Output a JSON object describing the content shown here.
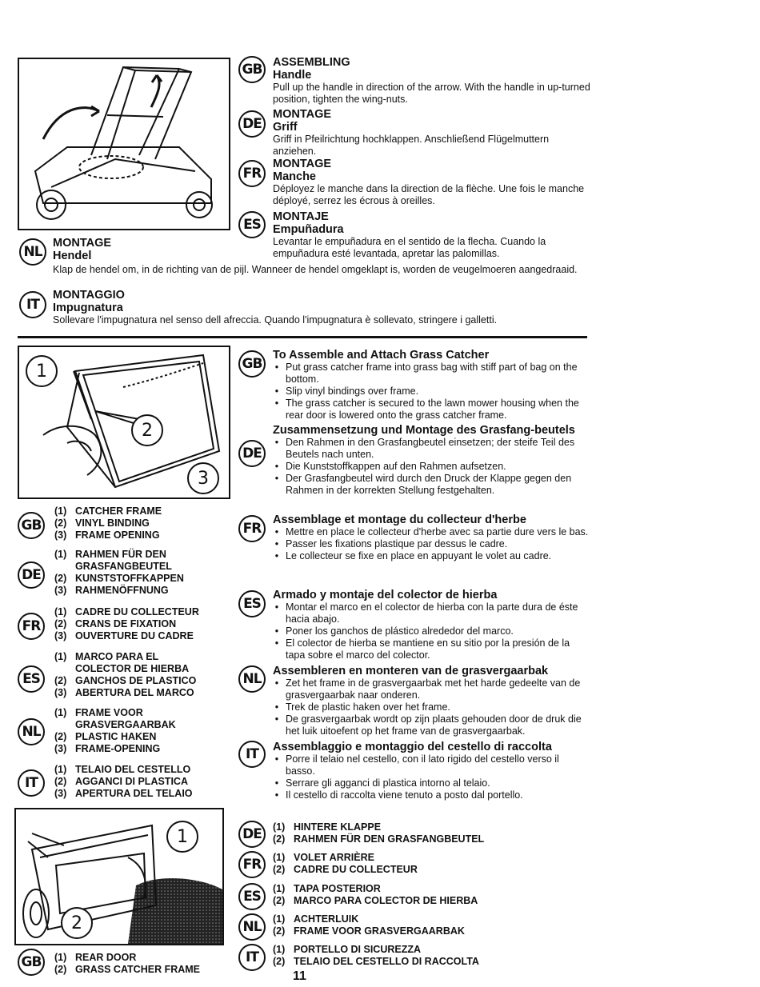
{
  "section1": {
    "gb": {
      "code": "GB",
      "title": "ASSEMBLING",
      "sub": "Handle",
      "text": "Pull up the handle in direction of the arrow. With the handle in up-turned position, tighten the wing-nuts."
    },
    "de": {
      "code": "DE",
      "title": "MONTAGE",
      "sub": "Griff",
      "text": "Griff in Pfeilrichtung hochklappen. Anschließend Flügelmuttern anziehen."
    },
    "fr": {
      "code": "FR",
      "title": "MONTAGE",
      "sub": "Manche",
      "text": "Déployez le manche dans la direction de la flèche. Une fois le manche déployé, serrez les écrous à oreilles."
    },
    "es": {
      "code": "ES",
      "title": "MONTAJE",
      "sub": "Empuñadura",
      "text": "Levantar le empuñadura en el sentido de la flecha. Cuando la empuñadura esté levantada, apretar las palomillas."
    },
    "nl": {
      "code": "NL",
      "title": "MONTAGE",
      "sub": "Hendel",
      "text": "Klap de hendel om, in de richting van de pijl. Wanneer de hendel omgeklapt is, worden de veugelmoeren aangedraaid."
    },
    "it": {
      "code": "IT",
      "title": "MONTAGGIO",
      "sub": "Impugnatura",
      "text": "Sollevare l'impugnatura nel senso dell afreccia. Quando l'impugnatura è sollevato, stringere i galletti."
    }
  },
  "section2": {
    "callouts": [
      "1",
      "2",
      "3"
    ],
    "legend": {
      "gb": {
        "code": "GB",
        "items": [
          {
            "n": "(1)",
            "t": "CATCHER FRAME"
          },
          {
            "n": "(2)",
            "t": "VINYL BINDING"
          },
          {
            "n": "(3)",
            "t": "FRAME OPENING"
          }
        ]
      },
      "de": {
        "code": "DE",
        "items": [
          {
            "n": "(1)",
            "t": "RAHMEN FÜR DEN GRASFANGBEUTEL"
          },
          {
            "n": "(2)",
            "t": "KUNSTSTOFFKAPPEN"
          },
          {
            "n": "(3)",
            "t": "RAHMENÖFFNUNG"
          }
        ]
      },
      "fr": {
        "code": "FR",
        "items": [
          {
            "n": "(1)",
            "t": "CADRE DU COLLECTEUR"
          },
          {
            "n": "(2)",
            "t": "CRANS DE FIXATION"
          },
          {
            "n": "(3)",
            "t": "OUVERTURE DU CADRE"
          }
        ]
      },
      "es": {
        "code": "ES",
        "items": [
          {
            "n": "(1)",
            "t": "MARCO PARA EL COLECTOR DE HIERBA"
          },
          {
            "n": "(2)",
            "t": "GANCHOS DE PLASTICO"
          },
          {
            "n": "(3)",
            "t": "ABERTURA DEL MARCO"
          }
        ]
      },
      "nl": {
        "code": "NL",
        "items": [
          {
            "n": "(1)",
            "t": "FRAME VOOR GRASVERGAARBAK"
          },
          {
            "n": "(2)",
            "t": "PLASTIC HAKEN"
          },
          {
            "n": "(3)",
            "t": "FRAME-OPENING"
          }
        ]
      },
      "it": {
        "code": "IT",
        "items": [
          {
            "n": "(1)",
            "t": "TELAIO DEL CESTELLO"
          },
          {
            "n": "(2)",
            "t": "AGGANCI DI PLASTICA"
          },
          {
            "n": "(3)",
            "t": "APERTURA DEL TELAIO"
          }
        ]
      }
    },
    "instructions": {
      "gb": {
        "code": "GB",
        "title": "To Assemble and Attach Grass Catcher",
        "bullets": [
          "Put grass catcher frame into grass bag with stiff part of bag on the bottom.",
          "Slip vinyl bindings over frame.",
          "The grass catcher is secured to the lawn mower housing when the rear door is lowered onto the grass catcher frame."
        ]
      },
      "de": {
        "code": "DE",
        "title": "Zusammensetzung und Montage des Grasfang-beutels",
        "bullets": [
          "Den Rahmen in den Grasfangbeutel einsetzen; der steife Teil des Beutels nach unten.",
          "Die Kunststoffkappen auf den Rahmen aufsetzen.",
          "Der Grasfangbeutel wird durch den Druck der Klappe gegen den Rahmen in der korrekten Stellung festgehalten."
        ]
      },
      "fr": {
        "code": "FR",
        "title": "Assemblage et montage du collecteur d'herbe",
        "bullets": [
          "Mettre en place le collecteur d'herbe avec sa partie dure vers le bas.",
          "Passer les fixations plastique par dessus le cadre.",
          "Le collecteur se fixe en place en appuyant le volet au cadre."
        ]
      },
      "es": {
        "code": "ES",
        "title": "Armado y montaje del colector de hierba",
        "bullets": [
          "Montar el marco en el colector de hierba con la parte dura de éste hacia abajo.",
          "Poner los ganchos de plástico alrededor del marco.",
          "El colector de hierba se mantiene en su sitio por la presión de la tapa sobre el marco del colector."
        ]
      },
      "nl": {
        "code": "NL",
        "title": "Assembleren en monteren van de grasvergaarbak",
        "bullets": [
          "Zet het frame in de grasvergaarbak met het harde gedeelte van de grasvergaarbak naar onderen.",
          "Trek de plastic haken over het frame.",
          "De grasvergaarbak wordt op zijn plaats gehouden door de druk die het luik uitoefent op het frame van de grasvergaarbak."
        ]
      },
      "it": {
        "code": "IT",
        "title": "Assemblaggio e montaggio del cestello di raccolta",
        "bullets": [
          "Porre il telaio nel cestello, con il lato rigido del cestello verso il basso.",
          "Serrare gli agganci di plastica intorno al telaio.",
          "Il cestello di raccolta viene tenuto a posto dal portello."
        ]
      }
    }
  },
  "section3": {
    "callouts": [
      "1",
      "2"
    ],
    "gb": {
      "code": "GB",
      "items": [
        {
          "n": "(1)",
          "t": "REAR DOOR"
        },
        {
          "n": "(2)",
          "t": "GRASS CATCHER FRAME"
        }
      ]
    },
    "de": {
      "code": "DE",
      "items": [
        {
          "n": "(1)",
          "t": "HINTERE KLAPPE"
        },
        {
          "n": "(2)",
          "t": "RAHMEN FÜR DEN GRASFANGBEUTEL"
        }
      ]
    },
    "fr": {
      "code": "FR",
      "items": [
        {
          "n": "(1)",
          "t": "VOLET ARRIÈRE"
        },
        {
          "n": "(2)",
          "t": "CADRE DU COLLECTEUR"
        }
      ]
    },
    "es": {
      "code": "ES",
      "items": [
        {
          "n": "(1)",
          "t": "TAPA POSTERIOR"
        },
        {
          "n": "(2)",
          "t": "MARCO PARA COLECTOR DE HIERBA"
        }
      ]
    },
    "nl": {
      "code": "NL",
      "items": [
        {
          "n": "(1)",
          "t": "ACHTERLUIK"
        },
        {
          "n": "(2)",
          "t": "FRAME VOOR GRASVERGAARBAK"
        }
      ]
    },
    "it": {
      "code": "IT",
      "items": [
        {
          "n": "(1)",
          "t": "PORTELLO DI SICUREZZA"
        },
        {
          "n": "(2)",
          "t": "TELAIO DEL CESTELLO DI RACCOLTA"
        }
      ]
    }
  },
  "page_number": "11"
}
